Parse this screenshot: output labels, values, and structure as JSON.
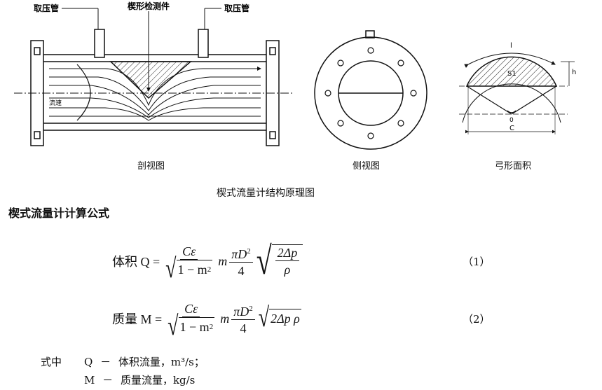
{
  "figure": {
    "labels": {
      "tap_left": "取压管",
      "wedge": "楔形检测件",
      "tap_right": "取压管",
      "flow_dir": "流速"
    },
    "captions": {
      "section": "剖视图",
      "side": "侧视图",
      "segment": "弓形面积"
    },
    "segment_labels": {
      "arc": "l",
      "area": "S1",
      "height": "h",
      "center": "0",
      "chord": "C"
    },
    "title": "楔式流量计结构原理图"
  },
  "heading": "楔式流量计计算公式",
  "formula1": {
    "lhs": "体积 Q =",
    "num": "Cε",
    "den": "1 − m",
    "den_exp": "2",
    "mid": "m",
    "pi_num": "πD",
    "pi_exp": "2",
    "pi_den": "4",
    "root_num": "2Δp",
    "root_den": "ρ",
    "eq_no": "（1）"
  },
  "formula2": {
    "lhs": "质量 M =",
    "num": "Cε",
    "den": "1 − m",
    "den_exp": "2",
    "mid": "m",
    "pi_num": "πD",
    "pi_exp": "2",
    "pi_den": "4",
    "root": "2Δp ρ",
    "eq_no": "（2）"
  },
  "legend": {
    "prefix": "式中",
    "rows": [
      {
        "sym": "Q",
        "dash": "－",
        "text": "体积流量，m³/s；"
      },
      {
        "sym": "M",
        "dash": "－",
        "text": "质量流量，kg/s"
      }
    ]
  }
}
